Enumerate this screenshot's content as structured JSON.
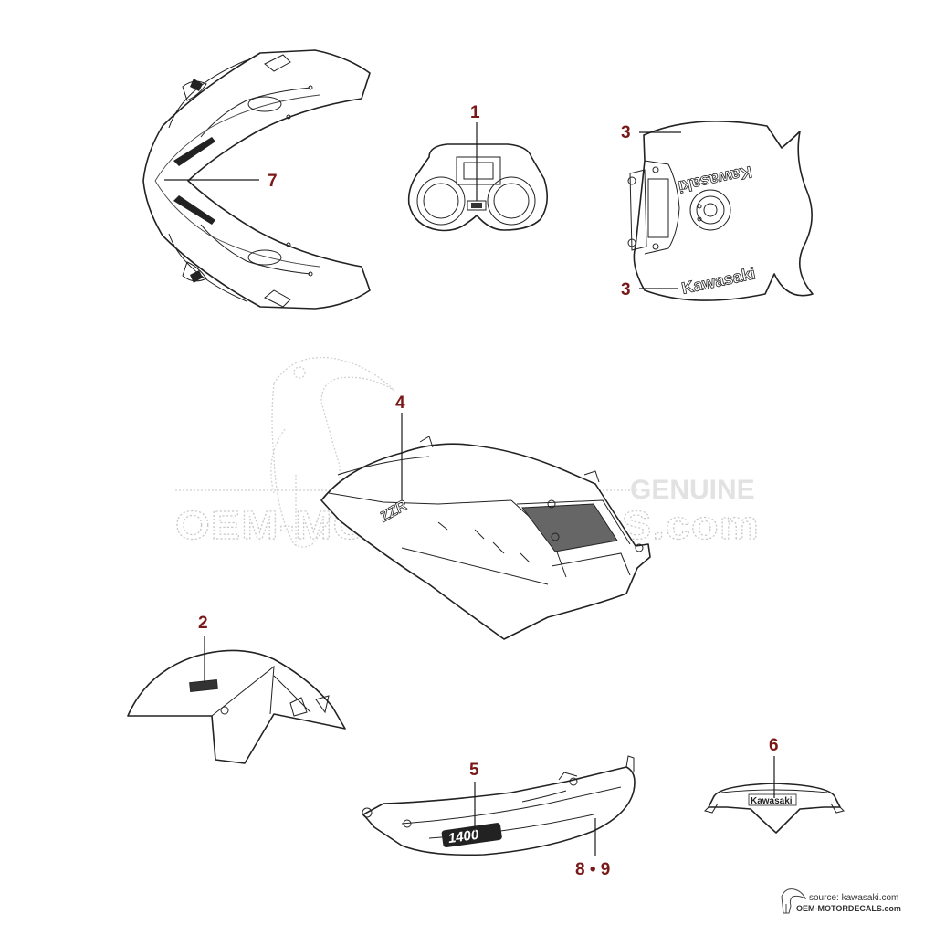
{
  "callouts": {
    "c1": "1",
    "c2": "2",
    "c3a": "3",
    "c3b": "3",
    "c4": "4",
    "c5": "5",
    "c6": "6",
    "c7": "7",
    "c89": "8 • 9"
  },
  "decals": {
    "kawasaki": "Kawasaki",
    "zzr": "ZZR",
    "model": "1400"
  },
  "watermark": {
    "genuine": "GENUINE",
    "site": "OEM-MOTORDECALS.com"
  },
  "source": {
    "line1": "source: kawasaki.com",
    "line2": "OEM-MOTORDECALS.com"
  },
  "colors": {
    "callout": "#7a1818",
    "line": "#222222",
    "watermark": "#c8c8c8"
  }
}
